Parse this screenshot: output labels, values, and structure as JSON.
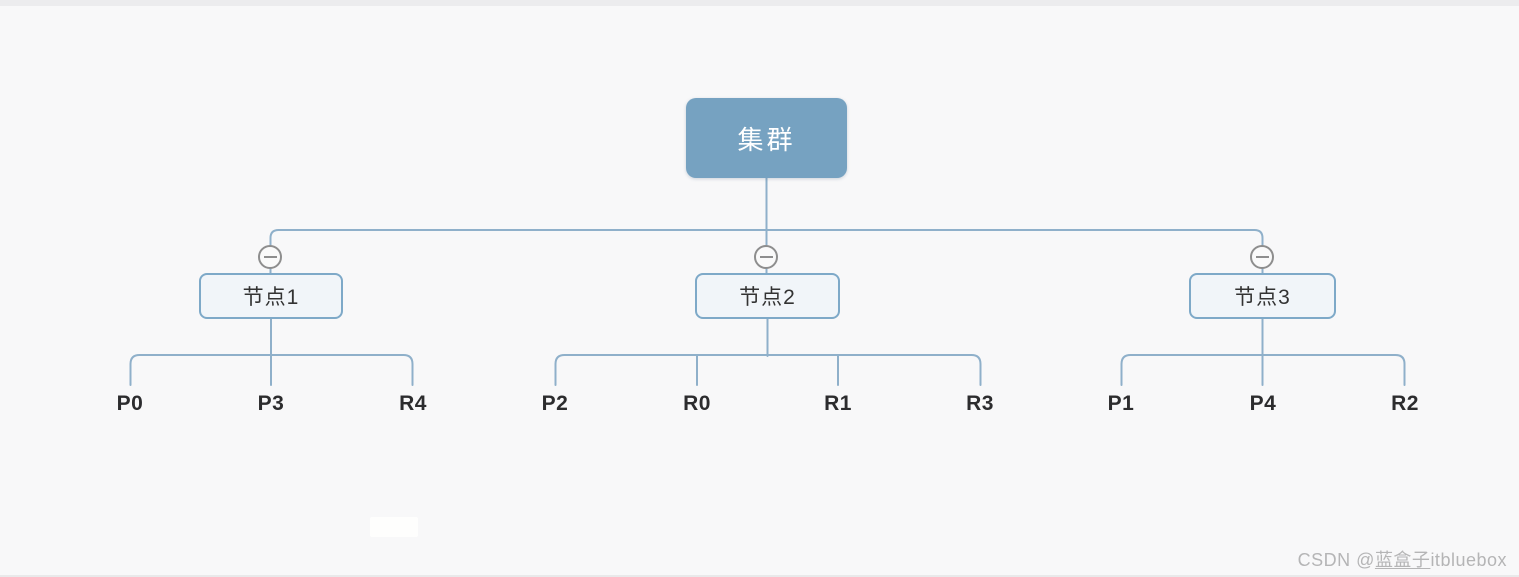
{
  "diagram": {
    "root": {
      "label": "集群"
    },
    "nodes": [
      {
        "label": "节点1",
        "children": [
          "P0",
          "P3",
          "R4"
        ]
      },
      {
        "label": "节点2",
        "children": [
          "P2",
          "R0",
          "R1",
          "R3"
        ]
      },
      {
        "label": "节点3",
        "children": [
          "P1",
          "P4",
          "R2"
        ]
      }
    ]
  },
  "colors": {
    "root_fill": "#76a2c1",
    "root_text": "#ffffff",
    "node_fill": "#f1f5f9",
    "node_border": "#7ea9c8",
    "node_text": "#333333",
    "line": "#8fb0ca",
    "collapse_icon": "#8e8e8e",
    "leaf_text": "#2c2c2e",
    "background": "#f8f8f9",
    "watermark_text": "#b5b5b6"
  },
  "watermark": {
    "prefix": "CSDN @",
    "user": "蓝盒子",
    "suffix": "itbluebox"
  }
}
